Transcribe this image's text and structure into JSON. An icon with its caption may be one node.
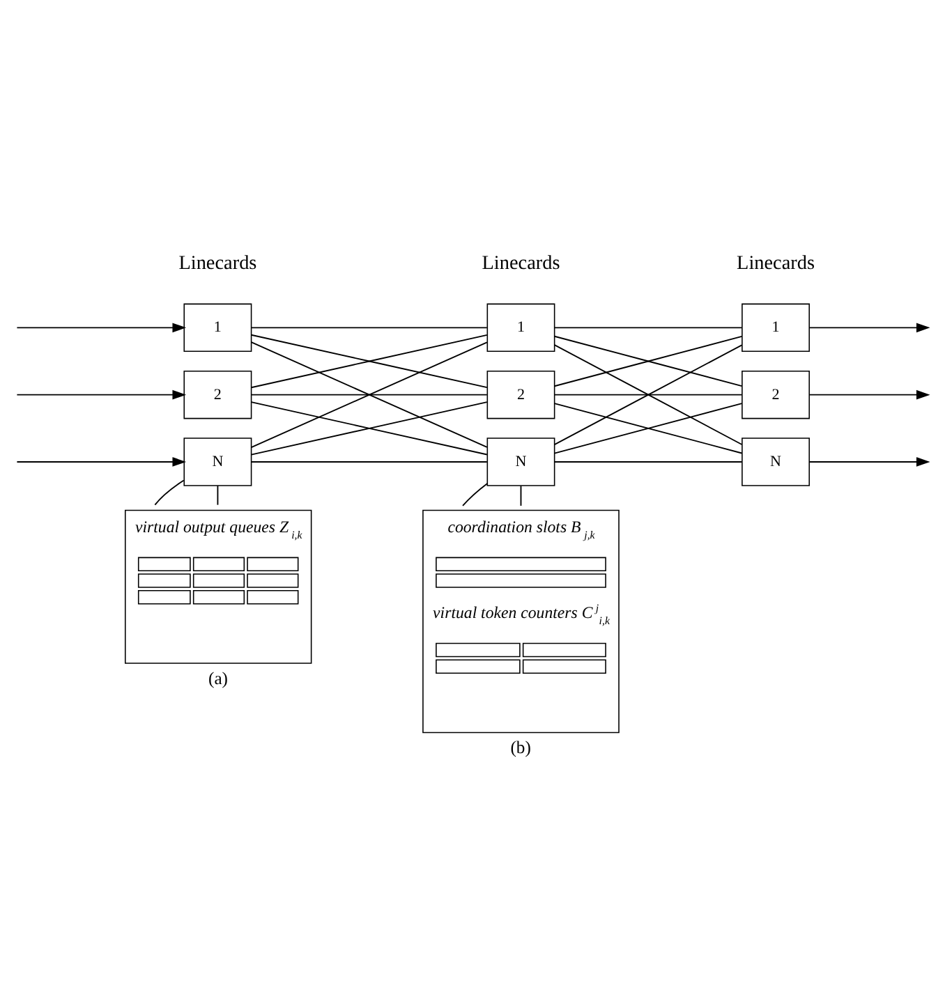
{
  "diagram": {
    "nodes": [
      {
        "text": [
          "1"
        ]
      },
      {
        "text": [
          "2"
        ]
      },
      {
        "text": [
          "N"
        ]
      },
      {
        "text": [
          "1"
        ]
      },
      {
        "text": [
          "2"
        ]
      },
      {
        "text": [
          "N"
        ]
      },
      {
        "text": [
          "1"
        ]
      },
      {
        "text": [
          "2"
        ]
      },
      {
        "text": [
          "N"
        ]
      },
      {
        "text": [
          "virtual output queues Z$_{i,k}$"
        ],
        "beside": [
          "(a)"
        ]
      },
      {
        "text": [
          "coordination slots B$_{j,k}$",
          "virtual token counters C$^{j}$$_{i,k}$"
        ],
        "beside": [
          "(b)"
        ]
      }
    ],
    "edges": [
      {
        "from": null,
        "to": 0,
        "arrow": "to"
      },
      {
        "from": null,
        "to": 1,
        "arrow": "to"
      },
      {
        "from": null,
        "to": 2,
        "arrow": "to"
      },
      {
        "from": 0,
        "to": 3,
        "arrow": "none"
      },
      {
        "from": 0,
        "to": 4,
        "arrow": "none"
      },
      {
        "from": 0,
        "to": 5,
        "arrow": "none"
      },
      {
        "from": 1,
        "to": 3,
        "arrow": "none"
      },
      {
        "from": 1,
        "to": 4,
        "arrow": "none"
      },
      {
        "from": 1,
        "to": 5,
        "arrow": "none"
      },
      {
        "from": 2,
        "to": 3,
        "arrow": "none"
      },
      {
        "from": 2,
        "to": 4,
        "arrow": "none"
      },
      {
        "from": 2,
        "to": 5,
        "arrow": "none"
      },
      {
        "from": 3,
        "to": 6,
        "arrow": "none"
      },
      {
        "from": 3,
        "to": 7,
        "arrow": "none"
      },
      {
        "from": 3,
        "to": 8,
        "arrow": "none"
      },
      {
        "from": 4,
        "to": 6,
        "arrow": "none"
      },
      {
        "from": 4,
        "to": 7,
        "arrow": "none"
      },
      {
        "from": 4,
        "to": 8,
        "arrow": "none"
      },
      {
        "from": 5,
        "to": 6,
        "arrow": "none"
      },
      {
        "from": 5,
        "to": 7,
        "arrow": "none"
      },
      {
        "from": 5,
        "to": 8,
        "arrow": "none"
      },
      {
        "from": 6,
        "to": null,
        "arrow": "to"
      },
      {
        "from": 7,
        "to": null,
        "arrow": "to"
      },
      {
        "from": 8,
        "to": null,
        "arrow": "to"
      },
      {
        "from": 2,
        "to": 9,
        "arrow": "none"
      },
      {
        "from": 2,
        "to": 9,
        "arrow": "none"
      },
      {
        "from": 5,
        "to": 10,
        "arrow": "none"
      },
      {
        "from": 5,
        "to": 10,
        "arrow": "none"
      }
    ],
    "labels": [
      "Linecards",
      "Linecards",
      "Linecards"
    ]
  }
}
